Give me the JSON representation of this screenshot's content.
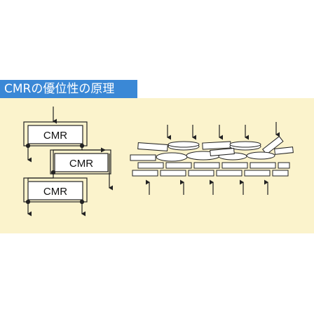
{
  "header": {
    "title": "CMRの優位性の原理"
  },
  "diagram": {
    "cmr_boxes": [
      {
        "label": "CMR"
      },
      {
        "label": "CMR"
      },
      {
        "label": "CMR"
      }
    ]
  },
  "colors": {
    "title_background": "#3a88d6",
    "title_text": "#ffffff",
    "panel_background": "#fbf3cc",
    "line": "#222222"
  }
}
